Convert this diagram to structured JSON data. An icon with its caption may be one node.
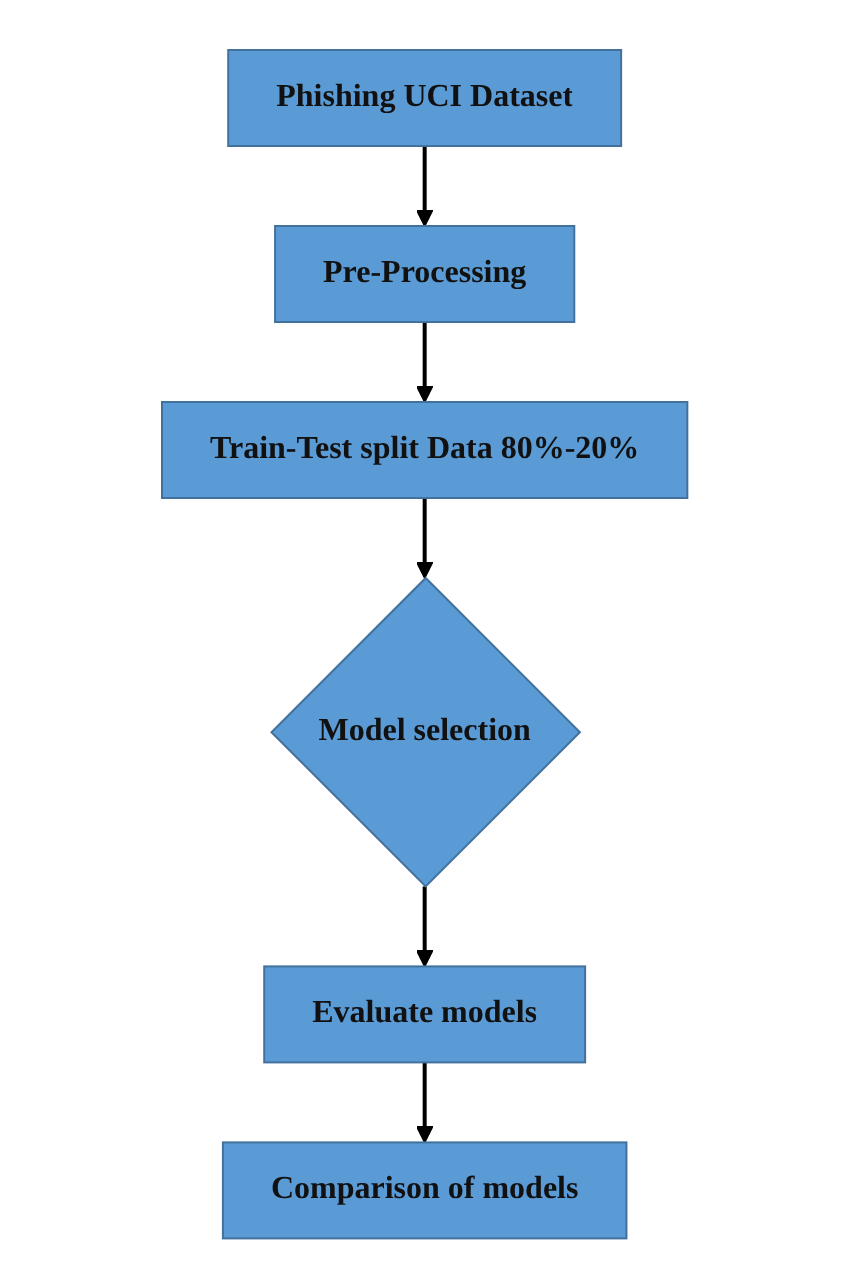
{
  "diagram": {
    "nodes": [
      {
        "text": [
          "Phishing UCI Dataset"
        ]
      },
      {
        "text": [
          "Pre-Processing"
        ]
      },
      {
        "text": [
          "Train-Test split Data 80%-20%"
        ]
      },
      {
        "text": [
          "Model selection"
        ]
      },
      {
        "text": [
          "Evaluate models"
        ]
      },
      {
        "text": [
          "Comparison of models"
        ]
      }
    ],
    "edges": [
      {
        "from": 0,
        "to": 1,
        "arrow": "to"
      },
      {
        "from": 1,
        "to": 2,
        "arrow": "to"
      },
      {
        "from": 2,
        "to": 3,
        "arrow": "to"
      },
      {
        "from": 3,
        "to": 4,
        "arrow": "to"
      },
      {
        "from": 4,
        "to": 5,
        "arrow": "to"
      }
    ]
  }
}
